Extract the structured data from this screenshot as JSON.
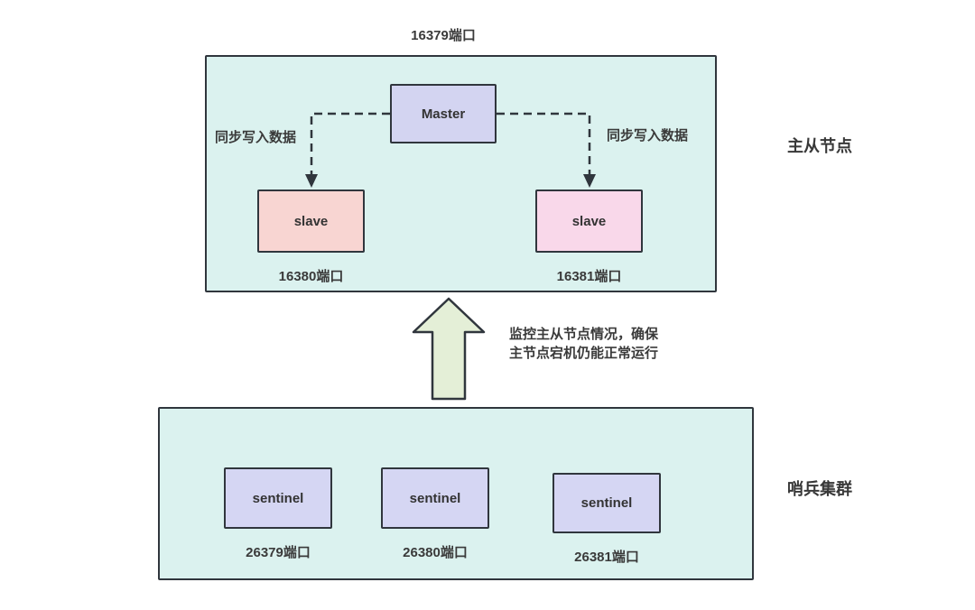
{
  "diagram": {
    "master_group": {
      "port_label": "16379端口",
      "group_label": "主从节点",
      "master": {
        "label": "Master"
      },
      "slaves": [
        {
          "label": "slave",
          "port": "16380端口"
        },
        {
          "label": "slave",
          "port": "16381端口"
        }
      ],
      "sync_label_left": "同步写入数据",
      "sync_label_right": "同步写入数据"
    },
    "sentinel_group": {
      "group_label": "哨兵集群",
      "sentinels": [
        {
          "label": "sentinel",
          "port": "26379端口"
        },
        {
          "label": "sentinel",
          "port": "26380端口"
        },
        {
          "label": "sentinel",
          "port": "26381端口"
        }
      ]
    },
    "monitor_note": {
      "line1": "监控主从节点情况，确保",
      "line2": "主节点宕机仍能正常运行"
    },
    "colors": {
      "container_fill": "#dbf2ef",
      "master_fill": "#d3d4f1",
      "slave_left_fill": "#f8d5d2",
      "slave_right_fill": "#f9d8ea",
      "sentinel_fill": "#d5d6f3",
      "arrow_fill": "#e4efd7",
      "border": "#30363d",
      "text": "#3a3a3a"
    }
  }
}
